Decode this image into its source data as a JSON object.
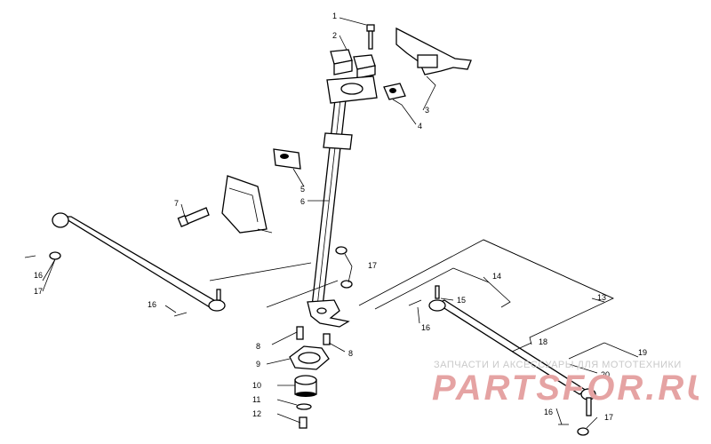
{
  "callouts": {
    "c1": "1",
    "c2": "2",
    "c3": "3",
    "c4": "4",
    "c5": "5",
    "c6": "6",
    "c7": "7",
    "c8a": "8",
    "c8b": "8",
    "c9": "9",
    "c10": "10",
    "c11": "11",
    "c12": "12",
    "c13": "13",
    "c14": "14",
    "c15": "15",
    "c16a": "16",
    "c16b": "16",
    "c16c": "16",
    "c16d": "16",
    "c17a": "17",
    "c17b": "17",
    "c17c": "17",
    "c18": "18",
    "c19": "19",
    "c20": "20"
  },
  "watermark": {
    "tagline": "ЗАПЧАСТИ И АКСЕССУАРЫ ДЛЯ МОТОТЕХНИКИ",
    "brand": "PARTSFOR.RU",
    "color": "#e5a3a3"
  }
}
